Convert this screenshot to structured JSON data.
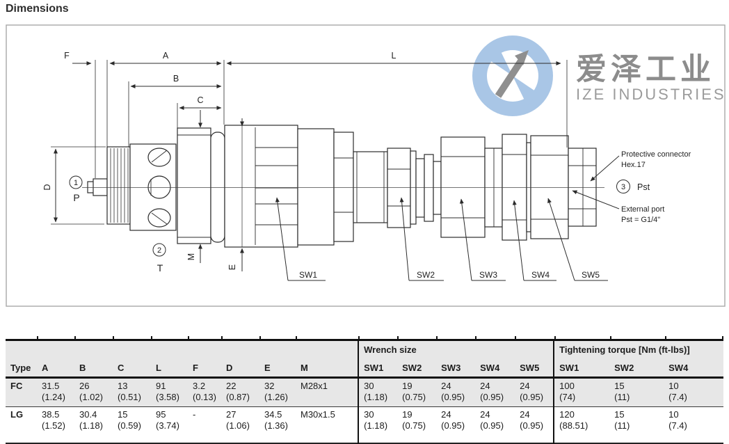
{
  "page": {
    "title": "Dimensions"
  },
  "logo": {
    "cn": "爱泽工业",
    "en": "IZE INDUSTRIES"
  },
  "drawing": {
    "dims": {
      "f": "F",
      "a": "A",
      "b": "B",
      "c": "C",
      "l": "L",
      "d": "D",
      "m": "M",
      "e": "E"
    },
    "ports": {
      "p_num": "1",
      "p": "P",
      "t_num": "2",
      "t": "T",
      "pst_num": "3",
      "pst": "Pst"
    },
    "wrench_labels": {
      "sw1": "SW1",
      "sw2": "SW2",
      "sw3": "SW3",
      "sw4": "SW4",
      "sw5": "SW5"
    },
    "notes": {
      "protective_1": "Protective connector",
      "protective_2": "Hex.17",
      "external_1": "External port",
      "external_2": "Pst = G1/4\""
    }
  },
  "table": {
    "group_wrench": "Wrench size",
    "group_torque": "Tightening torque [Nm (ft-lbs)]",
    "columns": [
      "Type",
      "A",
      "B",
      "C",
      "L",
      "F",
      "D",
      "E",
      "M",
      "SW1",
      "SW2",
      "SW3",
      "SW4",
      "SW5",
      "SW1",
      "SW2",
      "SW4"
    ],
    "rows": [
      {
        "cells": [
          "FC",
          "31.5\n(1.24)",
          "26\n(1.02)",
          "13\n(0.51)",
          "91\n(3.58)",
          "3.2\n(0.13)",
          "22\n(0.87)",
          "32\n(1.26)",
          "M28x1",
          "30\n(1.18)",
          "19\n(0.75)",
          "24\n(0.95)",
          "24\n(0.95)",
          "24\n(0.95)",
          "100\n(74)",
          "15\n(11)",
          "10\n(7.4)"
        ]
      },
      {
        "cells": [
          "LG",
          "38.5\n(1.52)",
          "30.4\n(1.18)",
          "15\n(0.59)",
          "95\n(3.74)",
          "-",
          "27\n(1.06)",
          "34.5\n(1.36)",
          "M30x1.5",
          "30\n(1.18)",
          "19\n(0.75)",
          "24\n(0.95)",
          "24\n(0.95)",
          "24\n(0.95)",
          "120\n(88.51)",
          "15\n(11)",
          "10\n(7.4)"
        ]
      }
    ]
  }
}
